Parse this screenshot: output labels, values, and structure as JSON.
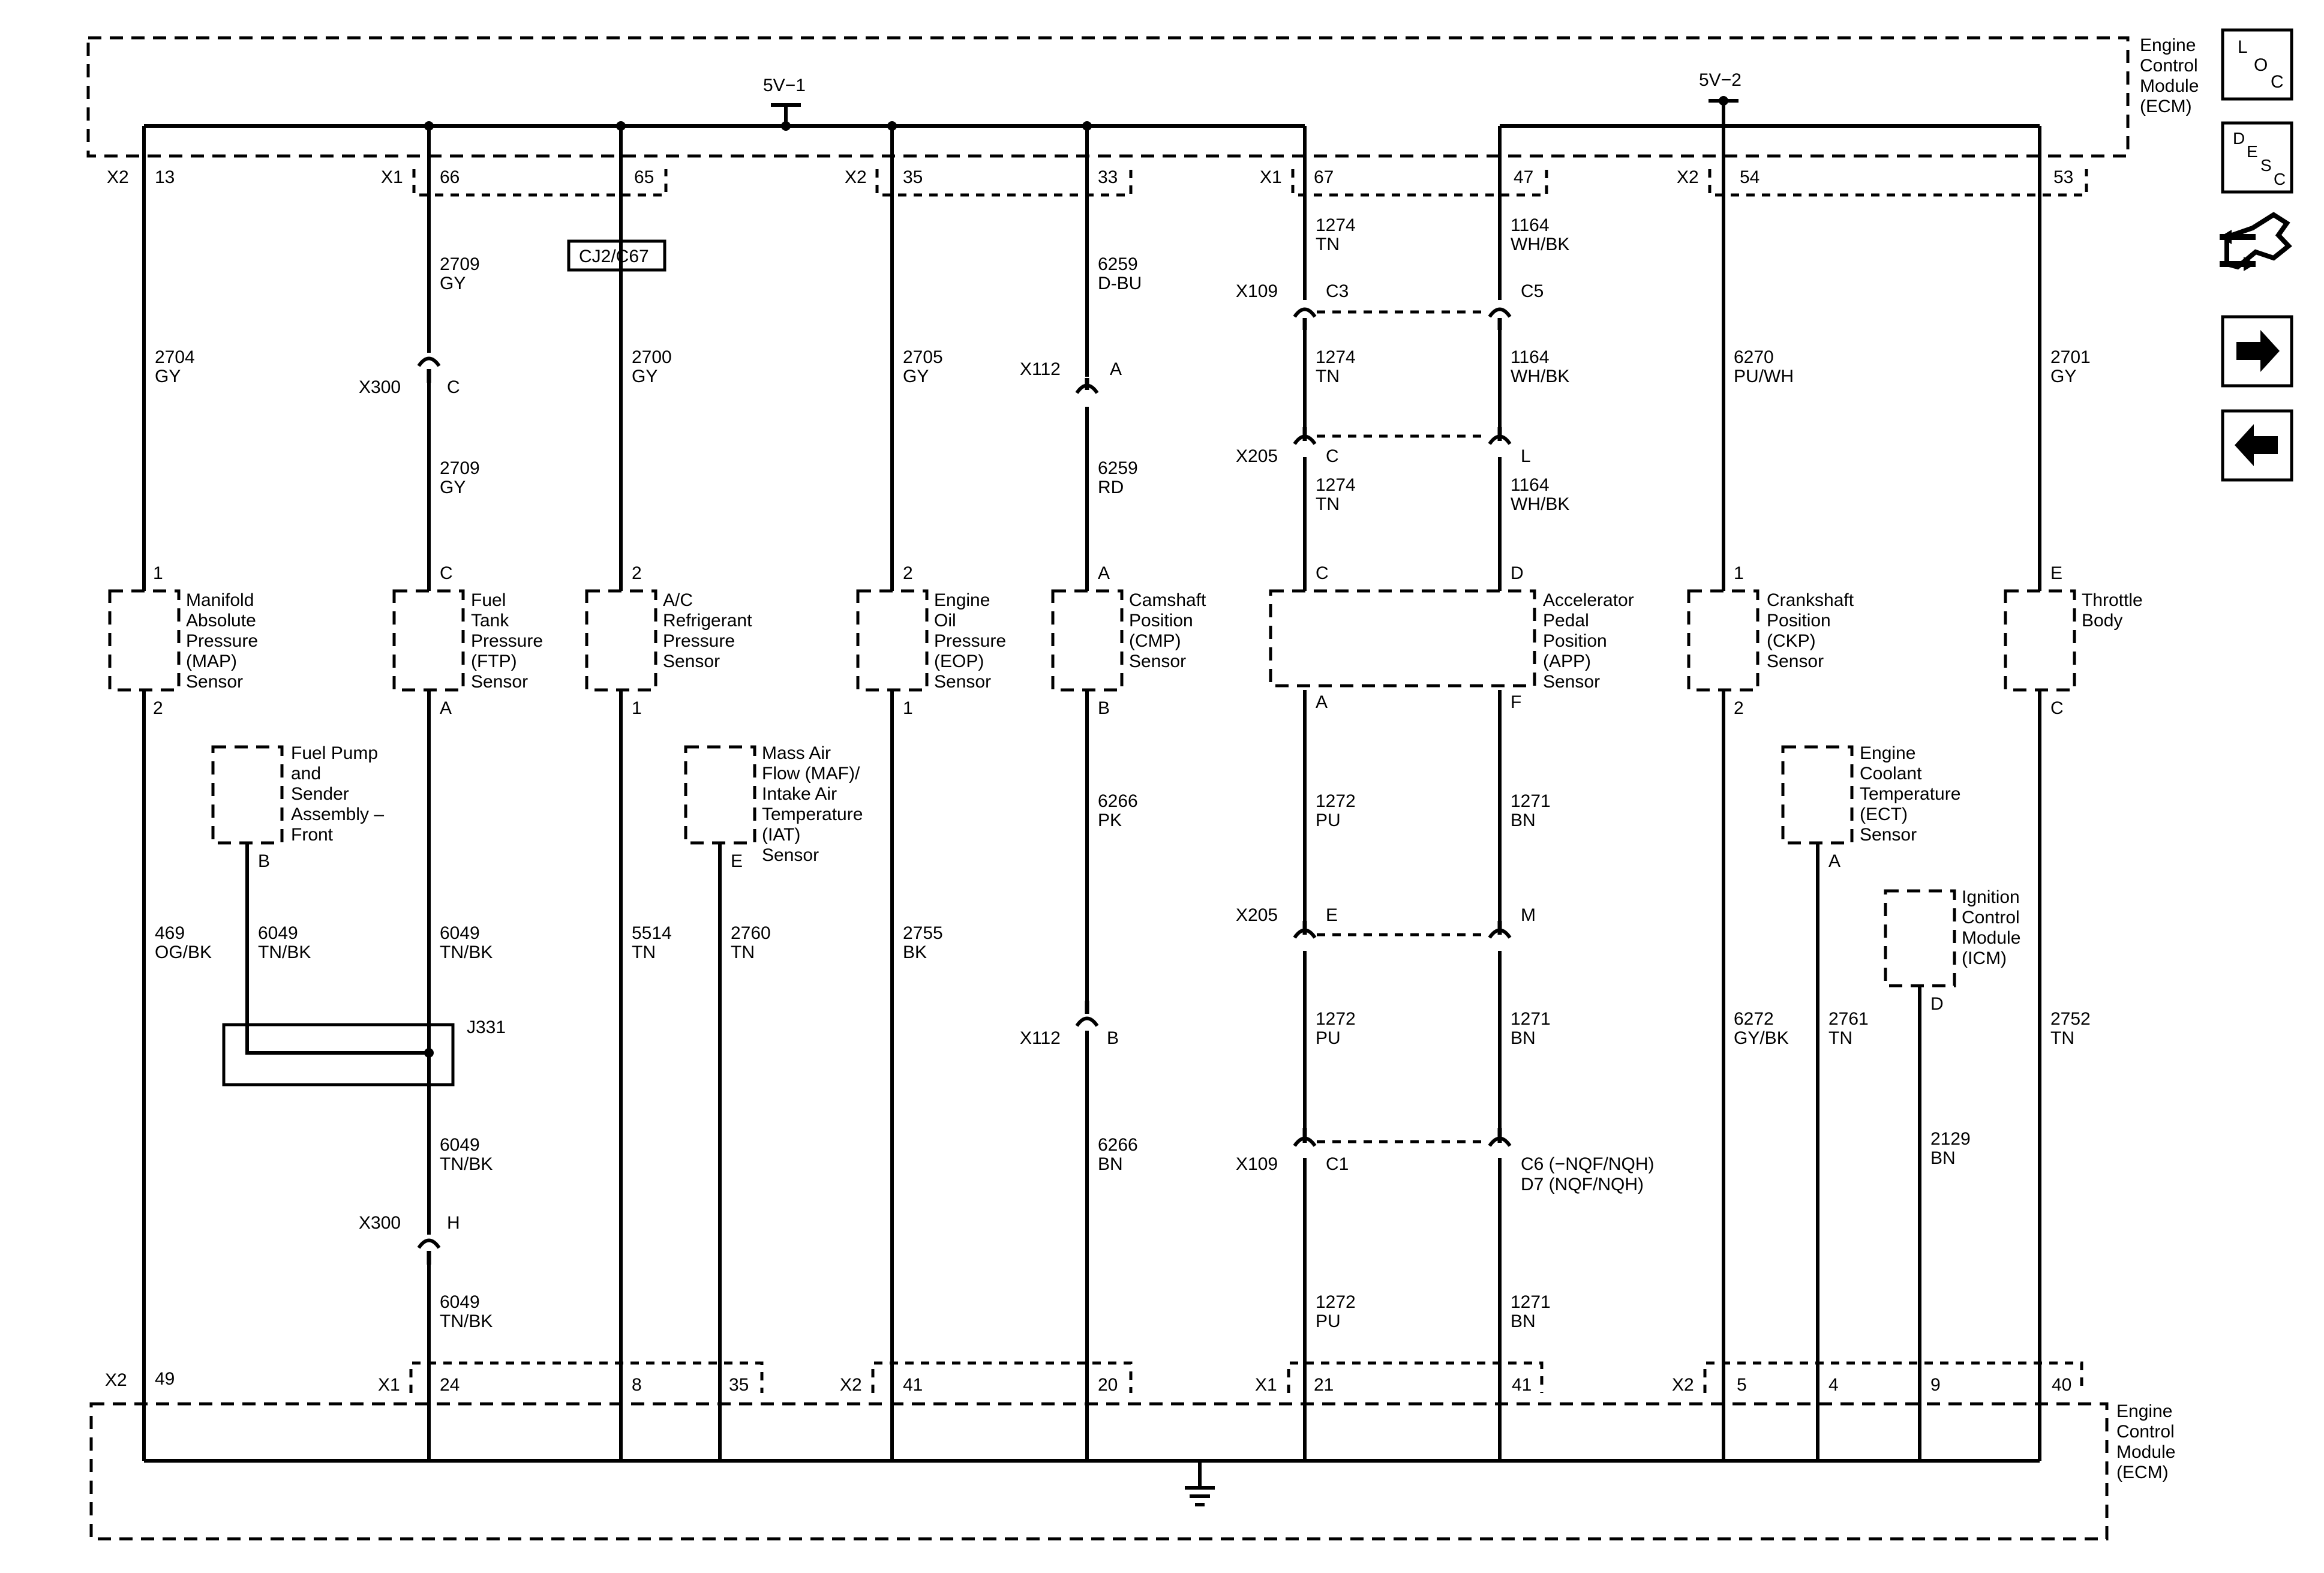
{
  "ecm_top": {
    "label": "Engine\nControl\nModule\n(ECM)"
  },
  "ecm_bottom": {
    "label": "Engine\nControl\nModule\n(ECM)"
  },
  "refs": {
    "r5v1": "5V−1",
    "r5v2": "5V−2"
  },
  "top_connectors": {
    "x2a": "X2",
    "x1a": "X1",
    "x2b": "X2",
    "x1b": "X1",
    "x2c": "X2"
  },
  "bottom_connectors": {
    "x2a": "X2",
    "x1a": "X1",
    "x2b": "X2",
    "x1b": "X1",
    "x2c": "X2"
  },
  "top_pins": [
    "13",
    "66",
    "65",
    "35",
    "33",
    "67",
    "47",
    "54",
    "53"
  ],
  "bottom_pins": [
    "49",
    "24",
    "8",
    "35",
    "41",
    "20",
    "21",
    "41",
    "5",
    "4",
    "9",
    "40"
  ],
  "nav_icons": [
    {
      "name": "loc-icon",
      "text": "LOC"
    },
    {
      "name": "desc-icon",
      "text": "DESC"
    },
    {
      "name": "wrench-icon",
      "text": ""
    },
    {
      "name": "forward-arrow-icon",
      "text": ""
    },
    {
      "name": "back-arrow-icon",
      "text": ""
    }
  ],
  "components": [
    {
      "id": "map",
      "label": "Manifold\nAbsolute\nPressure\n(MAP)\nSensor",
      "pin_top": "1",
      "pin_bottom": "2"
    },
    {
      "id": "ftp",
      "label": "Fuel\nTank\nPressure\n(FTP)\nSensor",
      "pin_top": "C",
      "pin_bottom": "A"
    },
    {
      "id": "acr",
      "label": "A/C\nRefrigerant\nPressure\nSensor",
      "pin_top": "2",
      "pin_bottom": "1"
    },
    {
      "id": "eop",
      "label": "Engine\nOil\nPressure\n(EOP)\nSensor",
      "pin_top": "2",
      "pin_bottom": "1"
    },
    {
      "id": "cmp",
      "label": "Camshaft\nPosition\n(CMP)\nSensor",
      "pin_top": "A",
      "pin_bottom": "B"
    },
    {
      "id": "app",
      "label": "Accelerator\nPedal\nPosition\n(APP)\nSensor",
      "pins_top": [
        "C",
        "D"
      ],
      "pins_bottom": [
        "A",
        "F"
      ]
    },
    {
      "id": "ckp",
      "label": "Crankshaft\nPosition\n(CKP)\nSensor",
      "pin_top": "1",
      "pin_bottom": "2"
    },
    {
      "id": "tb",
      "label": "Throttle\nBody",
      "pin_top": "E",
      "pin_bottom": "C"
    },
    {
      "id": "fpsa",
      "label": "Fuel Pump\nand\nSender\nAssembly –\nFront",
      "pin": "B"
    },
    {
      "id": "maf",
      "label": "Mass Air\nFlow (MAF)/\nIntake Air\nTemperature\n(IAT)\nSensor",
      "pin": "E"
    },
    {
      "id": "ect",
      "label": "Engine\nCoolant\nTemperature\n(ECT)\nSensor",
      "pin": "A"
    },
    {
      "id": "icm",
      "label": "Ignition\nControl\nModule\n(ICM)",
      "pin": "D"
    }
  ],
  "splice": {
    "label": "J331"
  },
  "cj2": {
    "label": "CJ2/C67"
  },
  "inline_connectors": [
    {
      "name": "X300",
      "pin": "C"
    },
    {
      "name": "X300",
      "pin": "H"
    },
    {
      "name": "X112",
      "pin": "A"
    },
    {
      "name": "X112",
      "pin": "B"
    },
    {
      "name": "X109",
      "pin": "C3"
    },
    {
      "name": "",
      "pin": "C5"
    },
    {
      "name": "X205",
      "pin": "C"
    },
    {
      "name": "",
      "pin": "L"
    },
    {
      "name": "X205",
      "pin": "E"
    },
    {
      "name": "",
      "pin": "M"
    },
    {
      "name": "X109",
      "pin": "C1"
    },
    {
      "name": "",
      "pin": "C6 (−NQF/NQH)\nD7 (NQF/NQH)"
    }
  ],
  "wires": [
    {
      "circuit": "2704",
      "color": "GY"
    },
    {
      "circuit": "2709",
      "color": "GY"
    },
    {
      "circuit": "2709",
      "color": "GY"
    },
    {
      "circuit": "2700",
      "color": "GY"
    },
    {
      "circuit": "2705",
      "color": "GY"
    },
    {
      "circuit": "6259",
      "color": "D-BU"
    },
    {
      "circuit": "6259",
      "color": "RD"
    },
    {
      "circuit": "1274",
      "color": "TN"
    },
    {
      "circuit": "1274",
      "color": "TN"
    },
    {
      "circuit": "1274",
      "color": "TN"
    },
    {
      "circuit": "1164",
      "color": "WH/BK"
    },
    {
      "circuit": "1164",
      "color": "WH/BK"
    },
    {
      "circuit": "1164",
      "color": "WH/BK"
    },
    {
      "circuit": "6270",
      "color": "PU/WH"
    },
    {
      "circuit": "2701",
      "color": "GY"
    },
    {
      "circuit": "469",
      "color": "OG/BK"
    },
    {
      "circuit": "6049",
      "color": "TN/BK"
    },
    {
      "circuit": "6049",
      "color": "TN/BK"
    },
    {
      "circuit": "6049",
      "color": "TN/BK"
    },
    {
      "circuit": "6049",
      "color": "TN/BK"
    },
    {
      "circuit": "5514",
      "color": "TN"
    },
    {
      "circuit": "2760",
      "color": "TN"
    },
    {
      "circuit": "2755",
      "color": "BK"
    },
    {
      "circuit": "6266",
      "color": "PK"
    },
    {
      "circuit": "6266",
      "color": "BN"
    },
    {
      "circuit": "1272",
      "color": "PU"
    },
    {
      "circuit": "1272",
      "color": "PU"
    },
    {
      "circuit": "1272",
      "color": "PU"
    },
    {
      "circuit": "1271",
      "color": "BN"
    },
    {
      "circuit": "1271",
      "color": "BN"
    },
    {
      "circuit": "1271",
      "color": "BN"
    },
    {
      "circuit": "6272",
      "color": "GY/BK"
    },
    {
      "circuit": "2761",
      "color": "TN"
    },
    {
      "circuit": "2129",
      "color": "BN"
    },
    {
      "circuit": "2752",
      "color": "TN"
    }
  ]
}
